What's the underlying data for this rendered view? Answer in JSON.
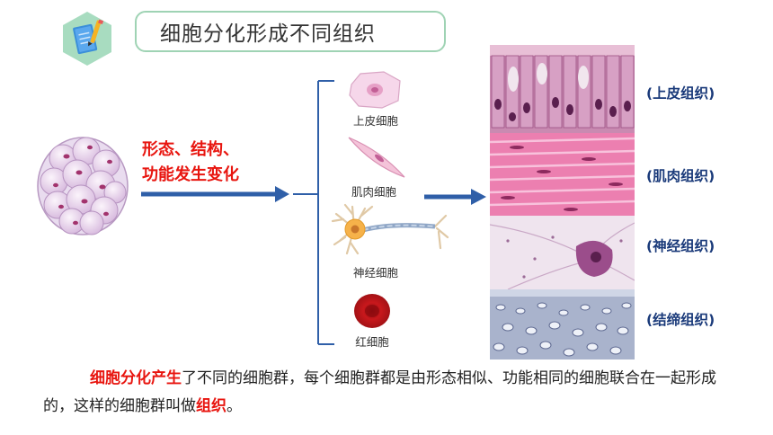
{
  "header": {
    "title": "细胞分化形成不同组织"
  },
  "process": {
    "line1": "形态、结构、",
    "line2": "功能发生变化"
  },
  "cells": [
    {
      "label": "上皮细胞"
    },
    {
      "label": "肌肉细胞"
    },
    {
      "label": "神经细胞"
    },
    {
      "label": "红细胞"
    }
  ],
  "tissues": [
    {
      "label": "(上皮组织)"
    },
    {
      "label": "(肌肉组织)"
    },
    {
      "label": "(神经组织)"
    },
    {
      "label": "(结缔组织)"
    }
  ],
  "paragraph": {
    "highlight_start": "细胞分化产生",
    "middle": "了不同的细胞群，每个细胞群都是由形态相似、功能相同的细胞联合在一起形成的，这样的细胞群叫做",
    "highlight_end": "组织",
    "end": "。"
  },
  "colors": {
    "accent_red": "#e8150f",
    "arrow_blue": "#2f5fa8",
    "tissue_label": "#1a3a7a",
    "title_border": "#9fd3b4"
  }
}
